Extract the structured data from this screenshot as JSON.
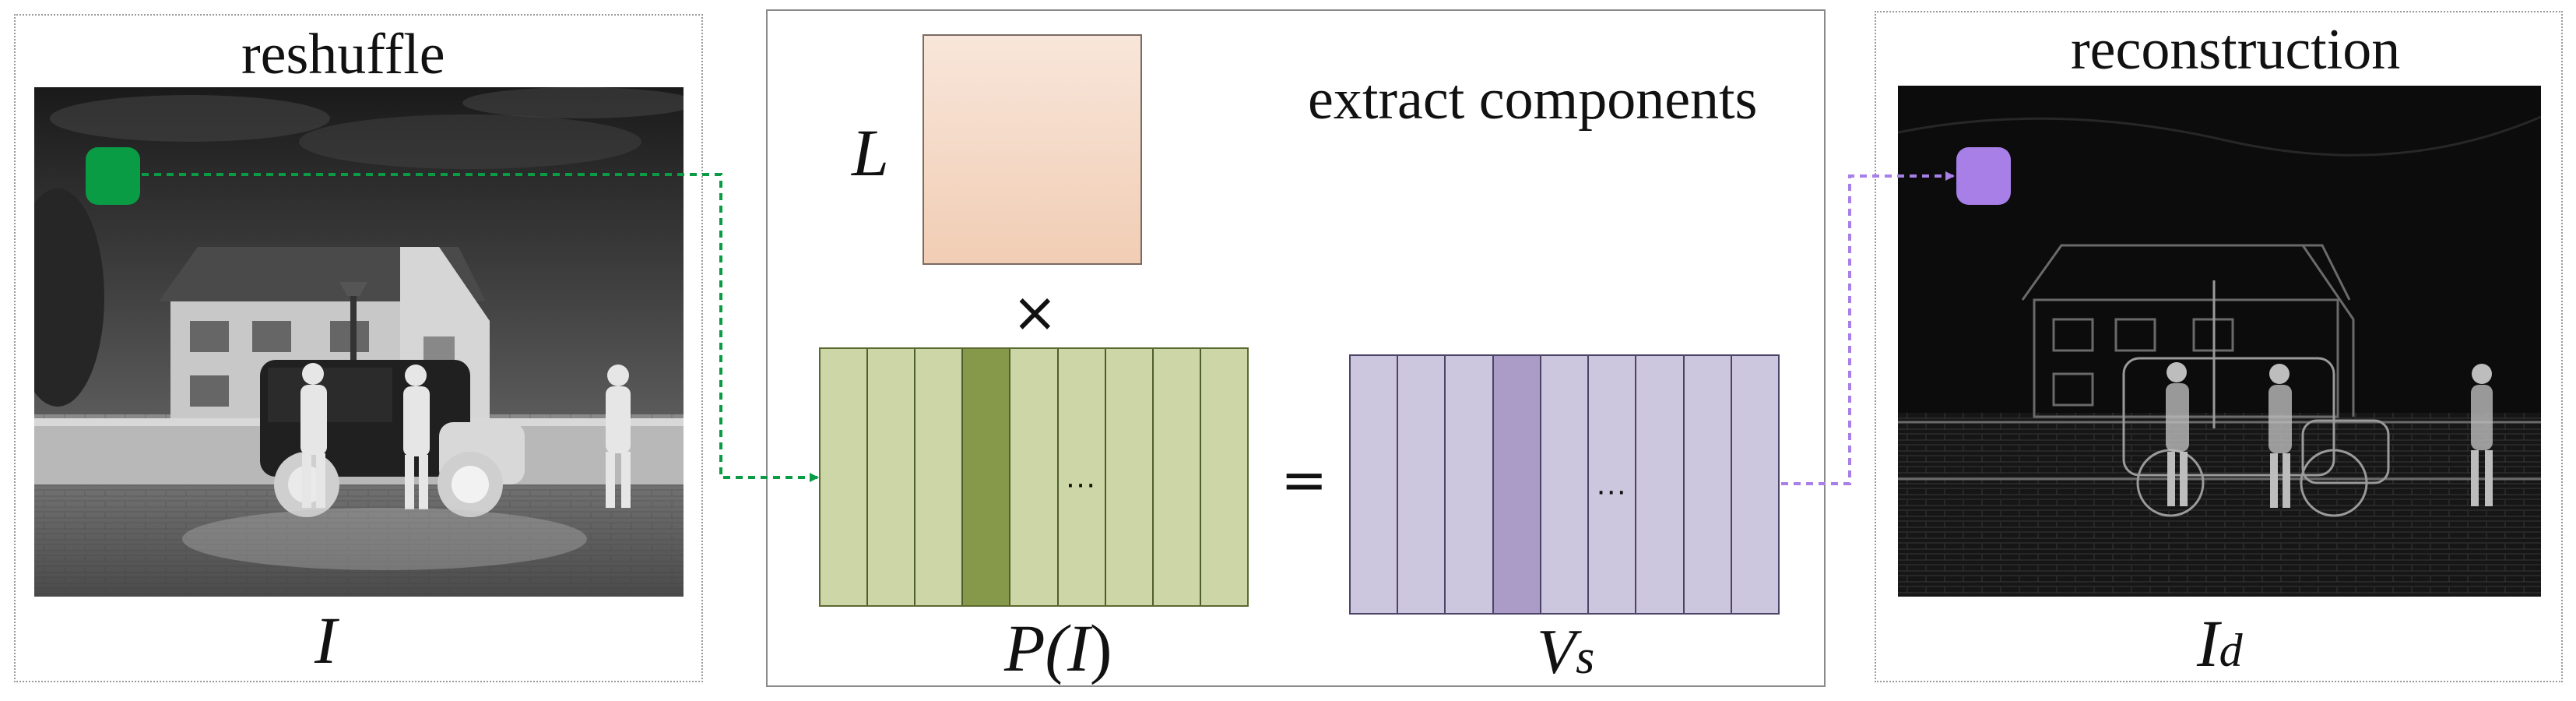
{
  "left_panel": {
    "title": "reshuffle",
    "label": "I",
    "patch_color": "#0a9b45"
  },
  "middle_panel": {
    "title": "extract components",
    "l_label": "L",
    "times_symbol": "×",
    "equals_symbol": "=",
    "p_label_pre": "P(",
    "p_label_var": "I",
    "p_label_post": ")",
    "v_label_main": "V",
    "v_label_sub": "s",
    "p_ellipsis": "...",
    "v_ellipsis": "...",
    "l_matrix_color_top": "#f8e6da",
    "l_matrix_color_bottom": "#f1cdb4",
    "p_column_color": "#cdd6a6",
    "p_highlight_color": "#86984a",
    "v_column_color": "#cdc6df",
    "v_highlight_color": "#aa9cc6",
    "p_columns": 9,
    "p_highlight_index": 3,
    "v_columns": 9,
    "v_highlight_index": 3
  },
  "right_panel": {
    "title": "reconstruction",
    "label_main": "I",
    "label_sub": "d",
    "patch_color": "#a77fe6"
  },
  "connectors": {
    "green": "#0a9b45",
    "purple": "#a77fe6"
  }
}
